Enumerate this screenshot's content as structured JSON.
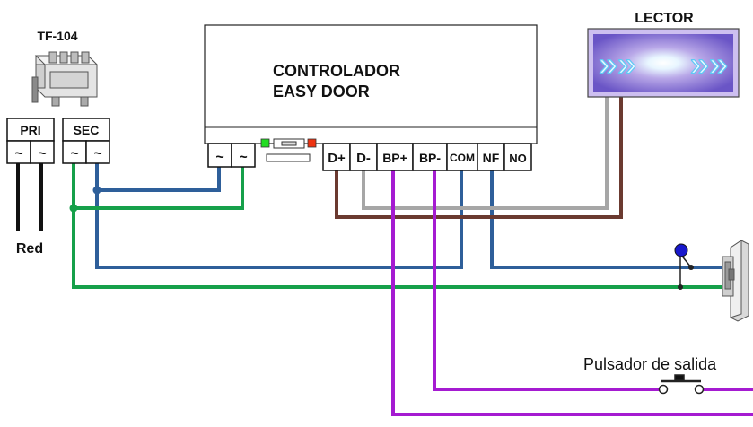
{
  "transformer": {
    "label": "TF-104",
    "pri_label": "PRI",
    "sec_label": "SEC",
    "ac_symbol": "~"
  },
  "controller": {
    "title_line1": "CONTROLADOR",
    "title_line2": "EASY DOOR",
    "power_symbol": "~",
    "terminals": [
      "D+",
      "D-",
      "BP+",
      "BP-",
      "COM",
      "NF",
      "NO"
    ]
  },
  "reader": {
    "label": "LECTOR",
    "arrows": "»»",
    "glow_color": "#9fe3ff"
  },
  "mains_label": "Red",
  "exit_button": {
    "label": "Pulsador de salida"
  },
  "colors": {
    "blue": "#2e5f9a",
    "green": "#16a04a",
    "brown": "#6b3a30",
    "gray": "#a6a6a6",
    "purple": "#a51bd1",
    "led_green": "#22dd22",
    "led_red": "#ee3311",
    "reader_panel": "#cdbff0"
  }
}
